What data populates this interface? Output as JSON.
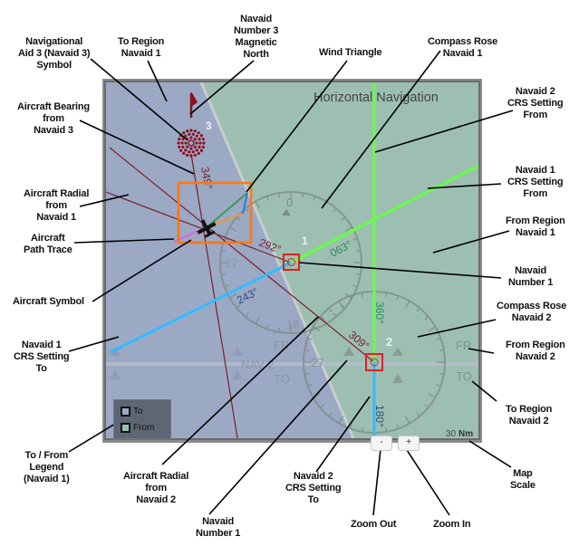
{
  "display": {
    "title": "Horizontal Navigation",
    "scale": {
      "value": "30",
      "unit": "Nm"
    },
    "zoom_out_label": "-",
    "zoom_in_label": "+",
    "legend": {
      "to_label": "To",
      "from_label": "From",
      "to_color": "#9ba9c4",
      "from_color": "#9dbfb2"
    },
    "colors": {
      "to_region": "#9ba9c4",
      "from_region": "#9dbfb2",
      "crs_from": "#66ff44",
      "crs_to": "#33bbff",
      "radial": "#7a1f2a",
      "navaid_box": "#dd2222",
      "wind_box": "#ff7711",
      "frame": "#8c8c8c"
    },
    "navaids": [
      {
        "number": "1",
        "crs_from": "063°",
        "crs_to": "243°",
        "aircraft_radial": "292°",
        "cardinals": {
          "north": "0",
          "west": "27",
          "south": "18"
        }
      },
      {
        "number": "2",
        "crs_from": "360°",
        "crs_to": "180°",
        "aircraft_radial": "309°",
        "cardinals": {
          "west": "27"
        },
        "from_flag": "FR",
        "to_flag": "TO",
        "nav_label": "NAV 2"
      },
      {
        "number": "3",
        "aircraft_bearing": "349°"
      }
    ],
    "nav2_left_flags": {
      "from": "FR",
      "to": "TO",
      "label": "NAV 2"
    }
  },
  "callouts": [
    {
      "id": "navaid3-symbol",
      "text": "Navigational\nAid 3 (Navaid 3)\nSymbol"
    },
    {
      "id": "to-region-navaid1",
      "text": "To Region\nNavaid 1"
    },
    {
      "id": "navaid3-magnetic-north",
      "text": "Navaid\nNumber 3\nMagnetic\nNorth"
    },
    {
      "id": "wind-triangle",
      "text": "Wind Triangle"
    },
    {
      "id": "compass-rose-navaid1",
      "text": "Compass Rose\nNavaid 1"
    },
    {
      "id": "navaid2-crs-from",
      "text": "Navaid 2\nCRS Setting\nFrom"
    },
    {
      "id": "aircraft-bearing-navaid3",
      "text": "Aircraft Bearing\nfrom\nNavaid 3"
    },
    {
      "id": "navaid1-crs-from",
      "text": "Navaid 1\nCRS Setting\nFrom"
    },
    {
      "id": "aircraft-radial-navaid1",
      "text": "Aircraft Radial\nfrom\nNavaid 1"
    },
    {
      "id": "from-region-navaid1",
      "text": "From Region\nNavaid 1"
    },
    {
      "id": "aircraft-path-trace",
      "text": "Aircraft\nPath Trace"
    },
    {
      "id": "navaid-number1-right",
      "text": "Navaid\nNumber 1"
    },
    {
      "id": "aircraft-symbol",
      "text": "Aircraft Symbol"
    },
    {
      "id": "compass-rose-navaid2",
      "text": "Compass Rose\nNavaid 2"
    },
    {
      "id": "navaid1-crs-to",
      "text": "Navaid 1\nCRS Setting\nTo"
    },
    {
      "id": "from-region-navaid2",
      "text": "From Region\nNavaid 2"
    },
    {
      "id": "to-region-navaid2",
      "text": "To Region\nNavaid 2"
    },
    {
      "id": "to-from-legend",
      "text": "To / From\nLegend\n(Navaid 1)"
    },
    {
      "id": "aircraft-radial-navaid2",
      "text": "Aircraft Radial\nfrom\nNavaid 2"
    },
    {
      "id": "navaid2-crs-to",
      "text": "Navaid 2\nCRS Setting\nTo"
    },
    {
      "id": "map-scale",
      "text": "Map\nScale"
    },
    {
      "id": "navaid-number1-bottom",
      "text": "Navaid\nNumber 1"
    },
    {
      "id": "zoom-out",
      "text": "Zoom Out"
    },
    {
      "id": "zoom-in",
      "text": "Zoom In"
    }
  ]
}
